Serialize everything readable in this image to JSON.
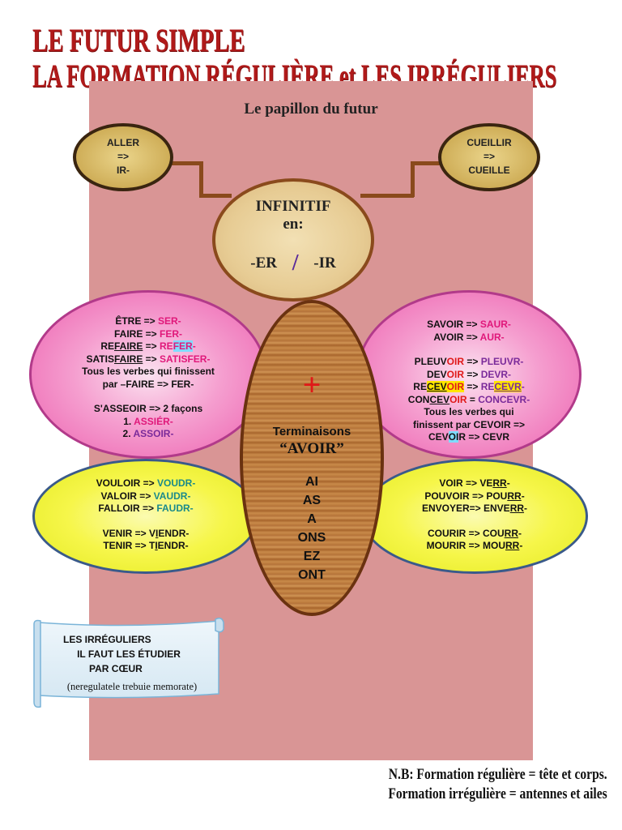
{
  "title_line1": "LE FUTUR SIMPLE",
  "title_line2": "LA FORMATION RÉGULIÈRE et LES IRRÉGULIERS",
  "subtitle": "Le papillon du futur",
  "antenna_left": {
    "l1": "ALLER",
    "l2": "=>",
    "l3": "IR-"
  },
  "antenna_right": {
    "l1": "CUEILLIR",
    "l2": "=>",
    "l3": "CUEILLE"
  },
  "head": {
    "l1": "INFINITIF",
    "l2": "en:",
    "er": "-ER",
    "slash": "/",
    "ir": "-IR"
  },
  "upper_left": {
    "etre": "ÊTRE => ",
    "etre_r": "SER-",
    "faire": "FAIRE => ",
    "faire_r": "FER-",
    "refaire_a": "RE",
    "refaire_b": "FAIRE",
    "refaire_c": " => ",
    "refaire_d": "RE",
    "refaire_e": "FER",
    "refaire_f": "-",
    "satis_a": "SATIS",
    "satis_b": "FAIRE",
    "satis_c": " => ",
    "satis_d": "SATISFER-",
    "note1": "Tous les verbes qui finissent",
    "note2": "par –FAIRE => FER-",
    "asseoir": "S'ASSEOIR => 2 façons",
    "opt1_n": "1. ",
    "opt1": "ASSIÉR-",
    "opt2_n": "2. ",
    "opt2": "ASSOIR-"
  },
  "upper_right": {
    "savoir": "SAVOIR => ",
    "savoir_r": "SAUR-",
    "avoir": "AVOIR => ",
    "avoir_r": "AUR-",
    "pleuvoir_a": "PLEUV",
    "pleuvoir_b": "OIR",
    "pleuvoir_c": " => ",
    "pleuvoir_d": "PLEUVR-",
    "devoir_a": "DEV",
    "devoir_b": "OIR",
    "devoir_c": " => ",
    "devoir_d": "DEVR-",
    "recevoir_a": "RE",
    "recevoir_b": "CEV",
    "recevoir_c": "OIR",
    "recevoir_d": " => ",
    "recevoir_e": "RE",
    "recevoir_f": "CEVR",
    "recevoir_g": "-",
    "concevoir_a": "CON",
    "concevoir_b": "CEV",
    "concevoir_c": "OIR",
    "concevoir_d": " = ",
    "concevoir_e": "CONCEVR-",
    "note1": "Tous les verbes qui",
    "note2": "finissent par CEVOIR =>",
    "note3_a": "CEV",
    "note3_b": "OI",
    "note3_c": "R => CEVR"
  },
  "lower_left": {
    "vouloir": "VOULOIR => ",
    "vouloir_r": "VOUDR-",
    "valoir": "VALOIR => ",
    "valoir_r": "VAUDR-",
    "falloir": "FALLOIR => ",
    "falloir_r": "FAUDR-",
    "venir_a": "VENIR => V",
    "venir_b": "I",
    "venir_c": "ENDR-",
    "tenir_a": "TENIR => T",
    "tenir_b": "I",
    "tenir_c": "ENDR-"
  },
  "lower_right": {
    "voir_a": "VOIR => VE",
    "voir_b": "RR",
    "voir_c": "-",
    "pouvoir_a": "POUVOIR => POU",
    "pouvoir_b": "RR",
    "pouvoir_c": "-",
    "envoyer_a": "ENVOYER=> ENVE",
    "envoyer_b": "RR",
    "envoyer_c": "-",
    "courir_a": "COURIR => COU",
    "courir_b": "RR",
    "courir_c": "-",
    "mourir_a": "MOURIR => MOU",
    "mourir_b": "RR",
    "mourir_c": "-"
  },
  "body": {
    "plus": "+",
    "term1": "Terminaisons",
    "term2": "“AVOIR”",
    "endings": [
      "AI",
      "AS",
      "A",
      "ONS",
      "EZ",
      "ONT"
    ]
  },
  "scroll": {
    "l1": "LES IRRÉGULIERS",
    "l2": "IL FAUT LES ÉTUDIER",
    "l3": "PAR CŒUR",
    "l4": "(neregulatele trebuie memorate)"
  },
  "nb": {
    "l1": "N.B: Formation régulière = tête et corps.",
    "l2": "Formation irrégulière = antennes et ailes"
  }
}
